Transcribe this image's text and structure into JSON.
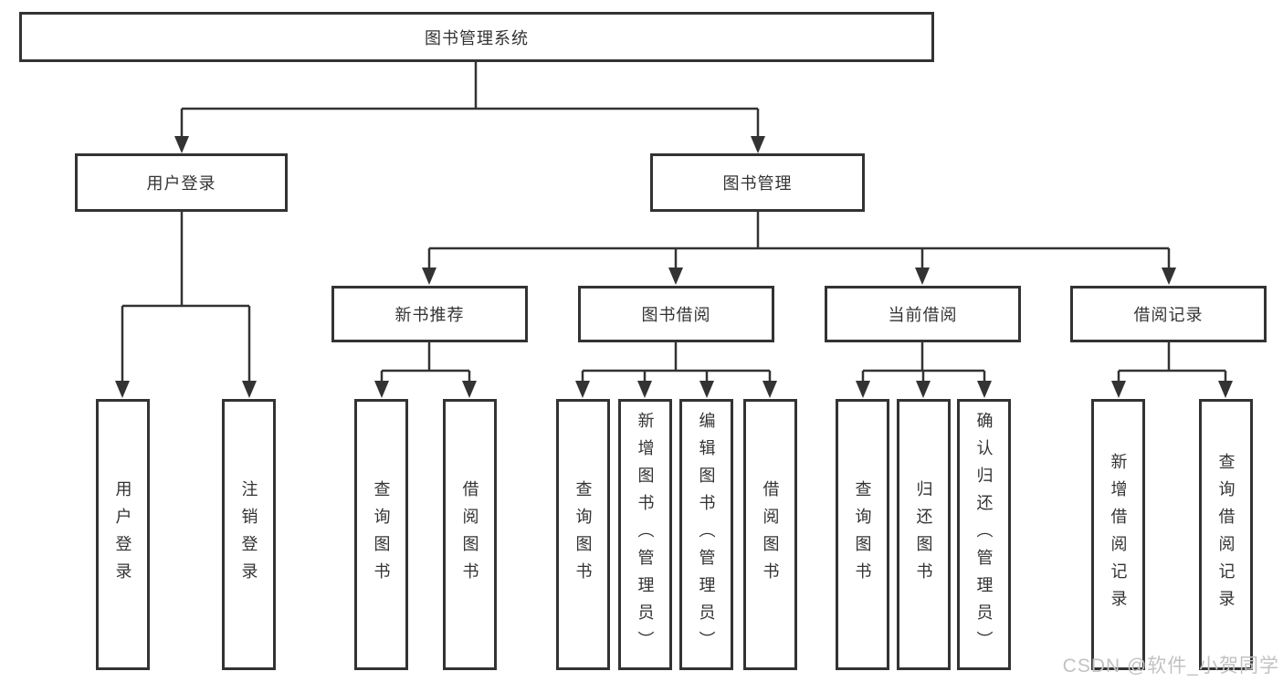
{
  "watermark": "CSDN @软件_小贺同学",
  "colors": {
    "line": "#333333",
    "text": "#333333",
    "watermark": "#c2c2c2",
    "background": "#ffffff"
  },
  "tree": {
    "root": {
      "label": "图书管理系统",
      "children": [
        {
          "label": "用户登录",
          "children": [
            {
              "label": "用户登录"
            },
            {
              "label": "注销登录"
            }
          ]
        },
        {
          "label": "图书管理",
          "children": [
            {
              "label": "新书推荐",
              "children": [
                {
                  "label": "查询图书"
                },
                {
                  "label": "借阅图书"
                }
              ]
            },
            {
              "label": "图书借阅",
              "children": [
                {
                  "label": "查询图书"
                },
                {
                  "label": "新增图书（管理员）"
                },
                {
                  "label": "编辑图书（管理员）"
                },
                {
                  "label": "借阅图书"
                }
              ]
            },
            {
              "label": "当前借阅",
              "children": [
                {
                  "label": "查询图书"
                },
                {
                  "label": "归还图书"
                },
                {
                  "label": "确认归还（管理员）"
                }
              ]
            },
            {
              "label": "借阅记录",
              "children": [
                {
                  "label": "新增借阅记录"
                },
                {
                  "label": "查询借阅记录"
                }
              ]
            }
          ]
        }
      ]
    }
  }
}
